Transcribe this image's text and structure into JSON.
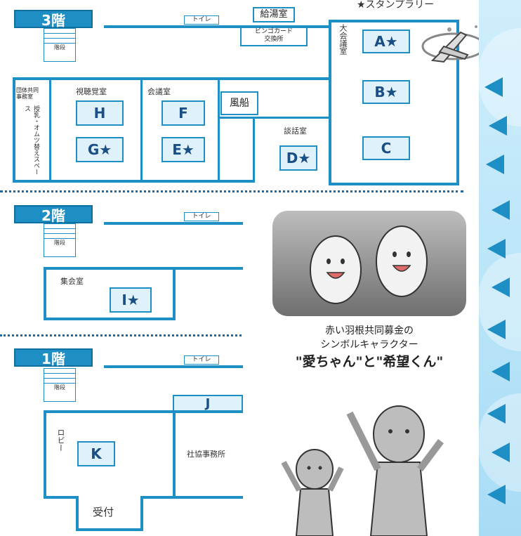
{
  "floors": {
    "f3": {
      "label": "3階",
      "toilet": "トイレ",
      "stairs": "階段",
      "kyuto": "給湯室",
      "bingo_line1": "ビンゴカード",
      "bingo_line2": "交換所",
      "daikaigi": "大会議室",
      "shichokaku": "視聴覚室",
      "kaigi": "会議室",
      "danwa": "談話室",
      "fusen": "風船",
      "dantai_line1": "団体共同",
      "dantai_line2": "事務室",
      "junyu": "授乳・オムツ替えスペース",
      "rooms": {
        "A": "A★",
        "B": "B★",
        "C": "C",
        "D": "D★",
        "E": "E★",
        "F": "F",
        "G": "G★",
        "H": "H"
      }
    },
    "f2": {
      "label": "2階",
      "toilet": "トイレ",
      "stairs": "階段",
      "shukai": "集会室",
      "room_i": "I★"
    },
    "f1": {
      "label": "1階",
      "toilet": "トイレ",
      "stairs": "階段",
      "lobby": "ロビー",
      "room_k": "K",
      "room_j": "J",
      "shakyo": "社協事務所",
      "uketsuke": "受付"
    }
  },
  "legend_top": "★スタンプラリー",
  "caption": {
    "line1": "赤い羽根共同募金の",
    "line2": "シンボルキャラクター",
    "line3": "\"愛ちゃん\"と\"希望くん\""
  },
  "icons": [
    "airplane-icon",
    "character-photo",
    "people-illustration"
  ],
  "colors": {
    "accent": "#1d8fc4",
    "room_fill": "#dff1fb",
    "text": "#1a4f86"
  }
}
